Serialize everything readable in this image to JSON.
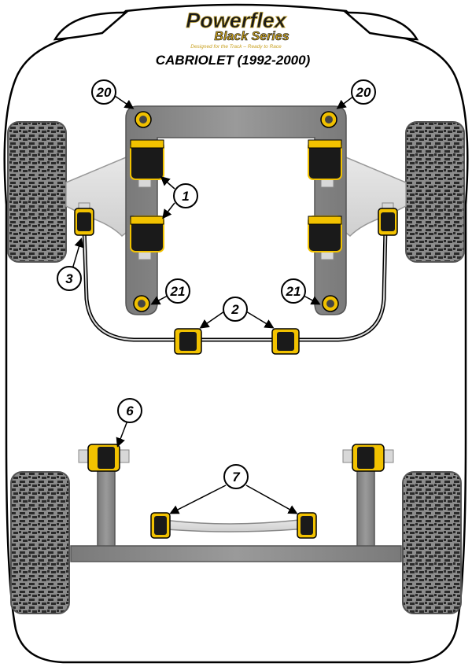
{
  "logo": {
    "brand": "Powerflex",
    "series": "Black Series",
    "tagline": "Designed for the Track – Ready to Race"
  },
  "title": "CABRIOLET (1992-2000)",
  "callouts": {
    "c20_left": "20",
    "c20_right": "20",
    "c1": "1",
    "c3": "3",
    "c21_left": "21",
    "c21_right": "21",
    "c2": "2",
    "c6": "6",
    "c7": "7"
  },
  "colors": {
    "bush_yellow": "#f2c200",
    "bush_black": "#1a1a1a",
    "arm_grey": "#8a8a8a",
    "tyre_grey": "#6e6e6e",
    "outline": "#000000"
  }
}
